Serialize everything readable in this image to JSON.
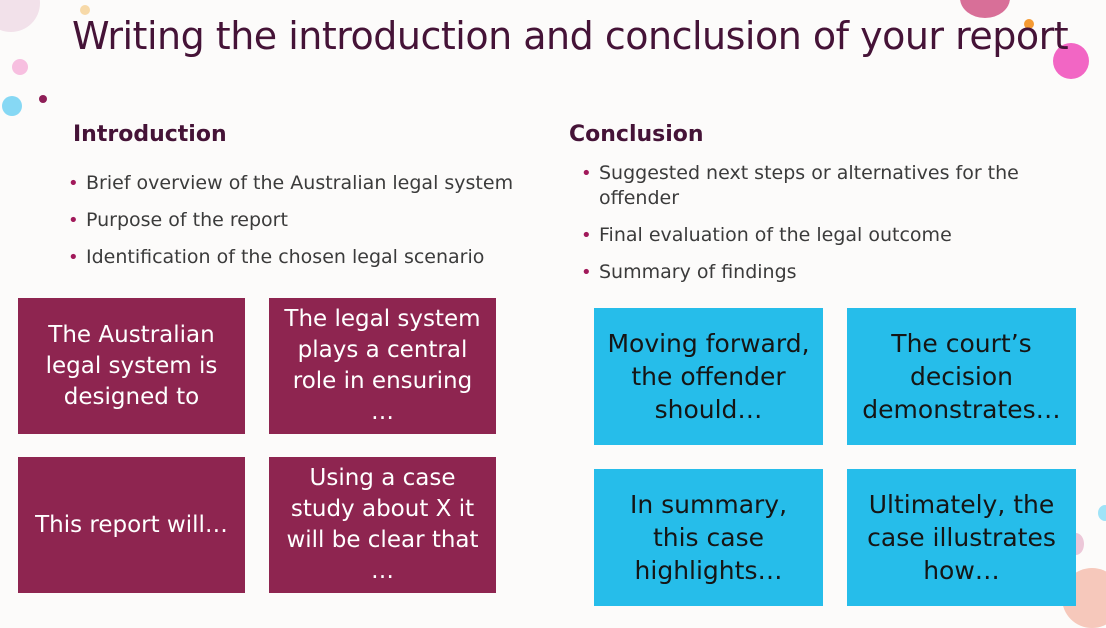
{
  "slide": {
    "title": "Writing the introduction and conclusion of your report"
  },
  "introduction": {
    "heading": "Introduction",
    "bullets": [
      "Brief overview of the Australian legal system",
      "Purpose of the report",
      "Identification of the chosen legal scenario"
    ],
    "cards": [
      "The Australian legal system is designed to",
      "The legal system plays a central role in ensuring …",
      "This report will…",
      "Using a case study about X it will be clear that …"
    ]
  },
  "conclusion": {
    "heading": "Conclusion",
    "bullets": [
      "Suggested next steps or alternatives for the offender",
      "Final evaluation of the legal outcome",
      "Summary of findings"
    ],
    "cards": [
      "Moving forward, the offender should…",
      "The court’s decision demonstrates…",
      "In summary, this case highlights…",
      "Ultimately, the case illustrates how…"
    ]
  },
  "colors": {
    "title": "#451337",
    "bullet_marker": "#a1195a",
    "intro_card": "#8e2550",
    "conclusion_card": "#26bdea",
    "background": "#fcfbfa"
  }
}
